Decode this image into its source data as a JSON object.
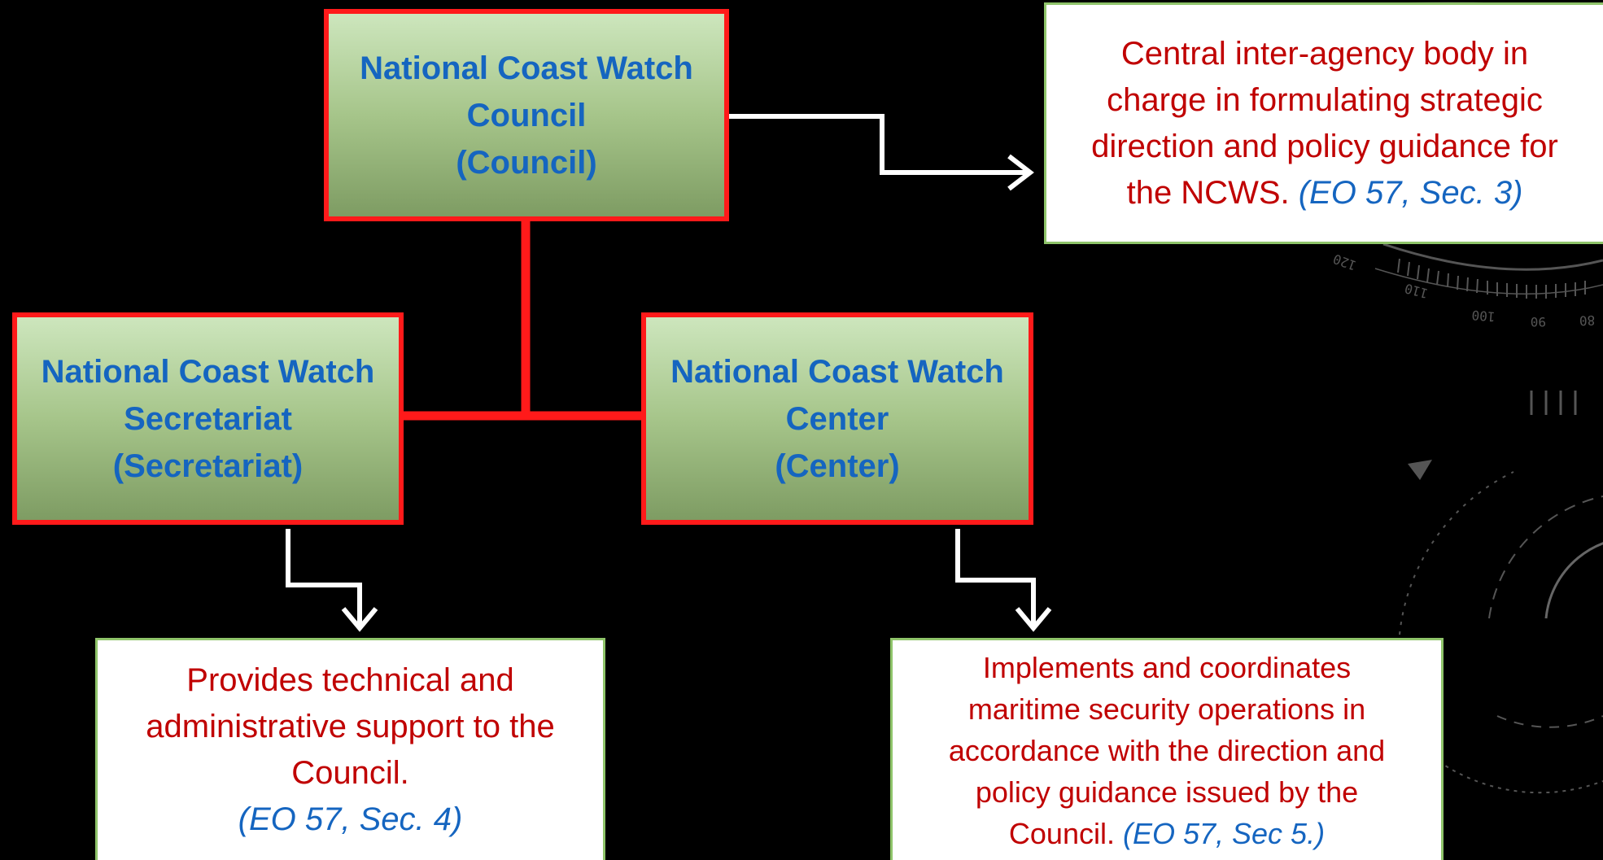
{
  "council": {
    "line1": "National Coast Watch",
    "line2": "Council",
    "line3": "(Council)"
  },
  "secretariat": {
    "line1": "National Coast Watch",
    "line2": "Secretariat",
    "line3": "(Secretariat)"
  },
  "center": {
    "line1": "National Coast Watch",
    "line2": "Center",
    "line3": "(Center)"
  },
  "council_desc": {
    "text1": "Central inter-agency body in",
    "text2": "charge in formulating strategic",
    "text3": "direction and policy guidance for",
    "text4": "the NCWS. ",
    "cite": "(EO 57, Sec. 3)"
  },
  "secretariat_desc": {
    "text1": "Provides technical and",
    "text2": "administrative support to the",
    "text3": "Council.",
    "cite": "(EO 57, Sec. 4)"
  },
  "center_desc": {
    "text1": "Implements and coordinates",
    "text2": "maritime security operations in",
    "text3": "accordance with the direction and",
    "text4": "policy guidance issued by the",
    "text5": "Council. ",
    "cite": "(EO 57, Sec 5.)"
  },
  "compass_ticks": [
    "120",
    "110",
    "100",
    "90",
    "80"
  ],
  "colors": {
    "box_border": "#ff1a1a",
    "box_text": "#1565c0",
    "desc_text": "#c00000",
    "desc_border": "#8fc46a",
    "arrow": "#ffffff"
  }
}
